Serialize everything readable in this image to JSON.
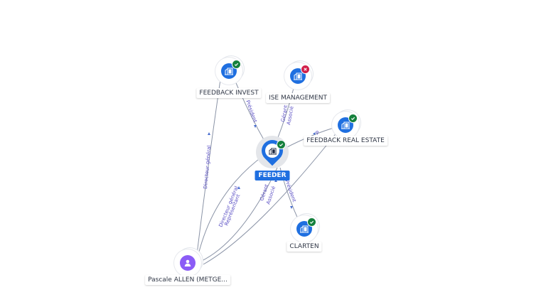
{
  "nodes": {
    "feeder": {
      "label": "FEEDER",
      "icon": "building-icon",
      "status": "active"
    },
    "feedback_invest": {
      "label": "FEEDBACK INVEST",
      "icon": "building-icon",
      "status": "active"
    },
    "ise_management": {
      "label": "ISE MANAGEMENT",
      "icon": "building-icon",
      "status": "closed"
    },
    "feedback_real_estate": {
      "label": "FEEDBACK REAL ESTATE",
      "icon": "building-icon",
      "status": "active"
    },
    "clarten": {
      "label": "CLARTEN",
      "icon": "building-icon",
      "status": "active"
    },
    "pascale_allen": {
      "label": "Pascale ALLEN (METGE...",
      "icon": "person-icon"
    }
  },
  "edges": {
    "invest_feeder": {
      "label": "Président"
    },
    "ise_feeder": {
      "label": "Gérant",
      "label2": "Associé"
    },
    "feeder_clarten": {
      "label": "Président"
    },
    "pascale_invest": {
      "label": "Directeur général"
    },
    "pascale_feeder_dg": {
      "label": "Directeur général",
      "label2": "Représentant"
    },
    "pascale_feeder_gerant": {
      "label": "Gérant",
      "label2": "Associé"
    },
    "realestate_feeder": {
      "label": "P"
    }
  },
  "colors": {
    "company": "#1f6fe0",
    "person": "#8b5cf6",
    "active": "#15803d",
    "closed": "#d11f4a",
    "edge": "#8a93a6",
    "edge_label": "#5a4fc4"
  }
}
